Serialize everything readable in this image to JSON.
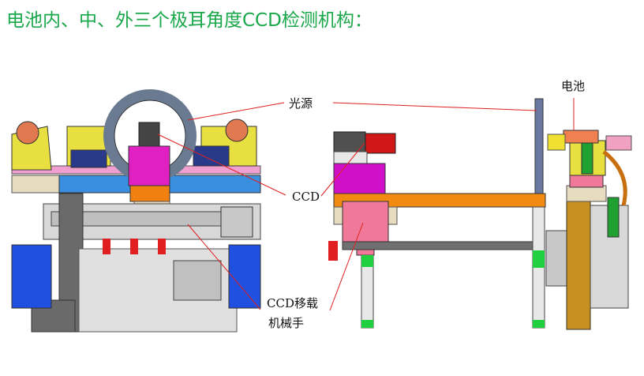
{
  "title": "电池内、中、外三个极耳角度CCD检测机构：",
  "labels": {
    "light_source": "光源",
    "battery": "电池",
    "ccd": "CCD",
    "ccd_transfer_line1": "CCD移载",
    "ccd_transfer_line2": "机械手"
  },
  "colors": {
    "title": "#1aa84a",
    "arrow": "#e02020"
  }
}
